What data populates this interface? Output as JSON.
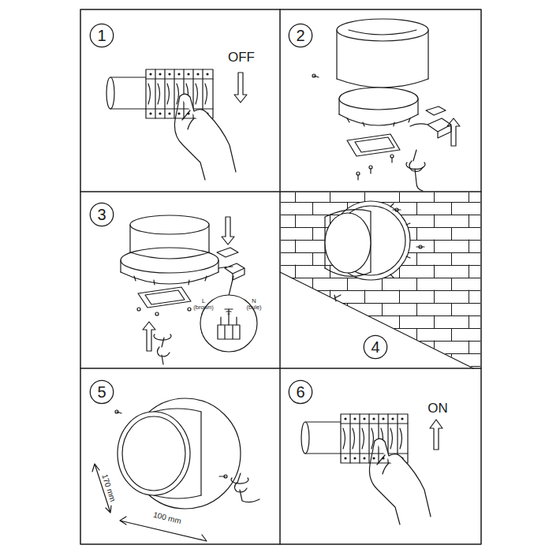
{
  "diagram": {
    "nodes": [
      {
        "text": [
          "1"
        ]
      },
      {
        "text": [
          "2"
        ]
      },
      {
        "text": [
          "3"
        ]
      },
      {
        "text": [
          "4"
        ]
      },
      {
        "text": [
          "5"
        ]
      },
      {
        "text": [
          "6"
        ]
      }
    ],
    "labels": [
      "OFF",
      "L (brown)",
      "N (bule)",
      "170 mm",
      "100 mm",
      "ON"
    ]
  }
}
